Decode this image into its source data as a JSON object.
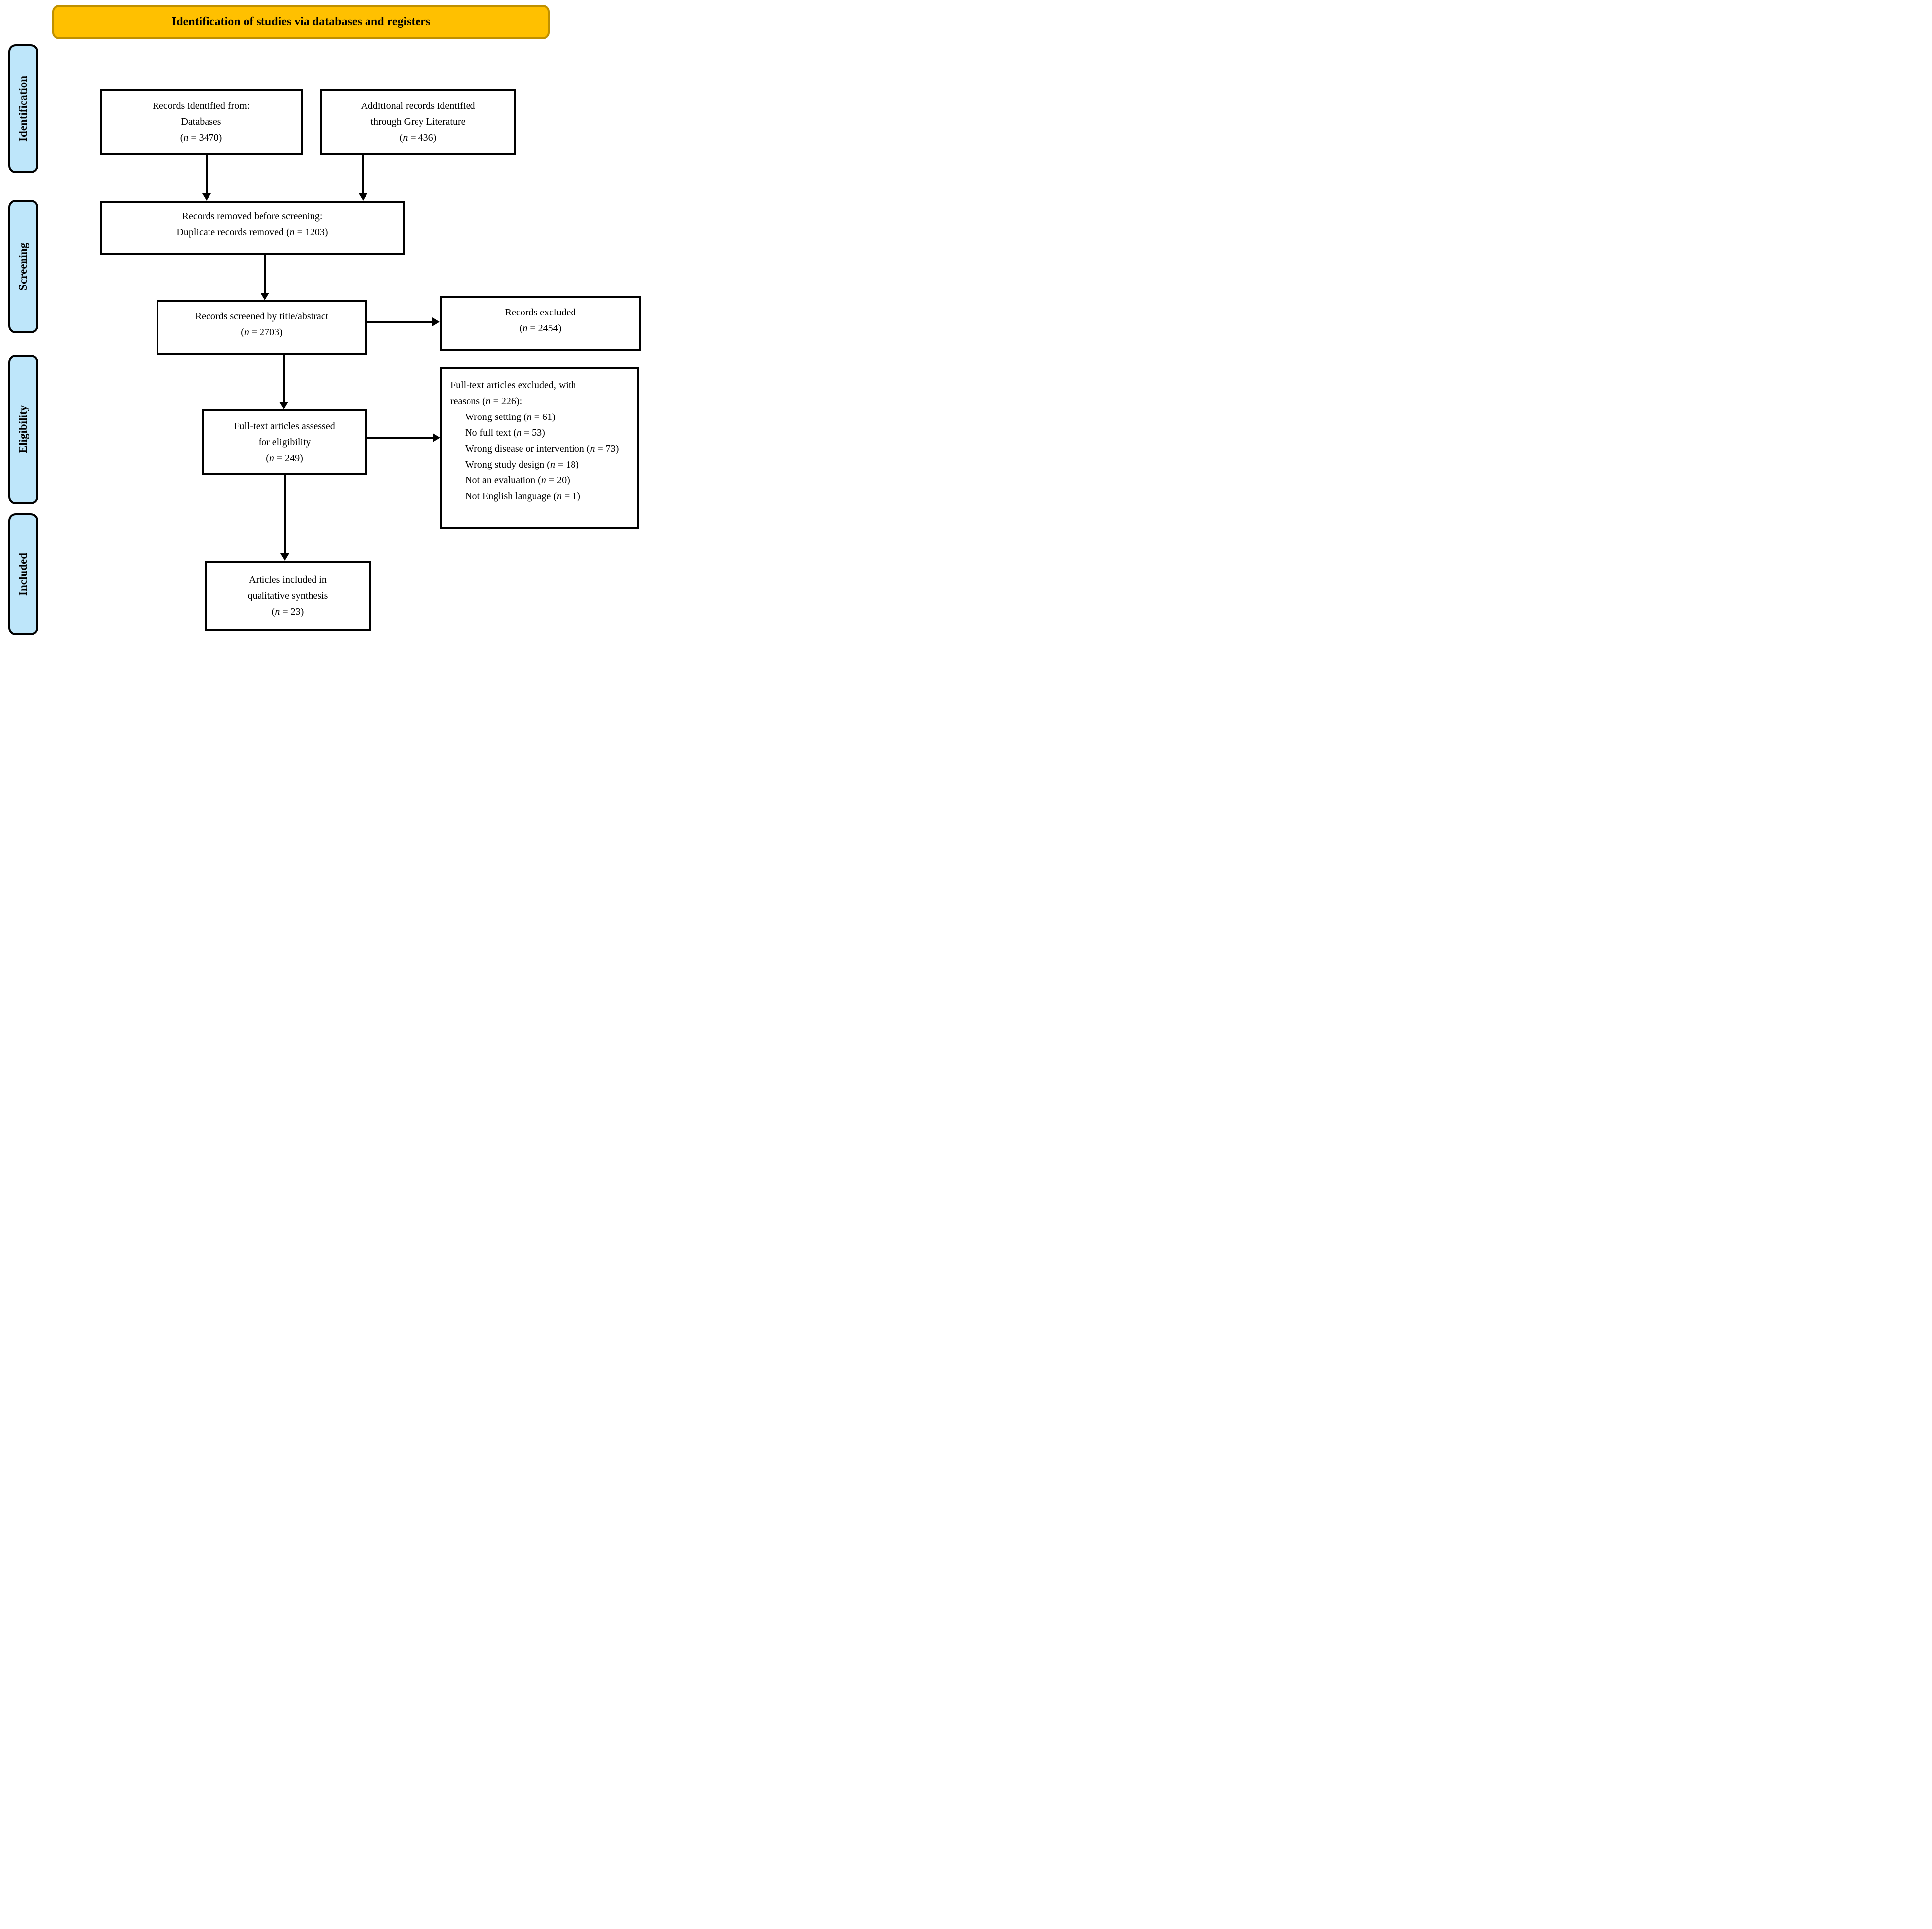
{
  "title_banner": {
    "text": "Identification of studies via databases and registers"
  },
  "sidebar": {
    "stages": [
      "Identification",
      "Screening",
      "Eligibility",
      "Included"
    ]
  },
  "boxes": {
    "records_identified": {
      "lines": [
        "Records identified from:",
        "Databases",
        "(n = 3470)"
      ]
    },
    "grey_literature": {
      "lines": [
        "Additional records identified",
        "through Grey Literature",
        "(n = 436)"
      ]
    },
    "records_removed": {
      "lines": [
        "Records removed before screening:",
        "Duplicate records removed (n = 1203)"
      ]
    },
    "records_screened": {
      "lines": [
        "Records screened by title/abstract",
        "(n = 2703)"
      ]
    },
    "records_excluded": {
      "lines": [
        "Records excluded",
        "(n = 2454)"
      ]
    },
    "fulltext_assessed": {
      "lines": [
        "Full-text articles assessed",
        "for eligibility",
        "(n = 249)"
      ]
    },
    "fulltext_excluded": {
      "header_lines": [
        "Full-text articles excluded, with",
        "reasons (n = 226):"
      ],
      "reasons": [
        "Wrong setting (n = 61)",
        "No full text (n = 53)",
        "Wrong disease or intervention (n = 73)",
        "Wrong study design (n = 18)",
        "Not an evaluation (n = 20)",
        "Not English language (n = 1)"
      ]
    },
    "articles_included": {
      "lines": [
        "Articles included in",
        "qualitative synthesis",
        "(n = 23)"
      ]
    }
  },
  "colors": {
    "banner_fill": "#FFC000",
    "banner_border": "#BF9000",
    "stage_fill": "#BEE6FA",
    "box_border": "#000000",
    "arrow": "#000000"
  }
}
